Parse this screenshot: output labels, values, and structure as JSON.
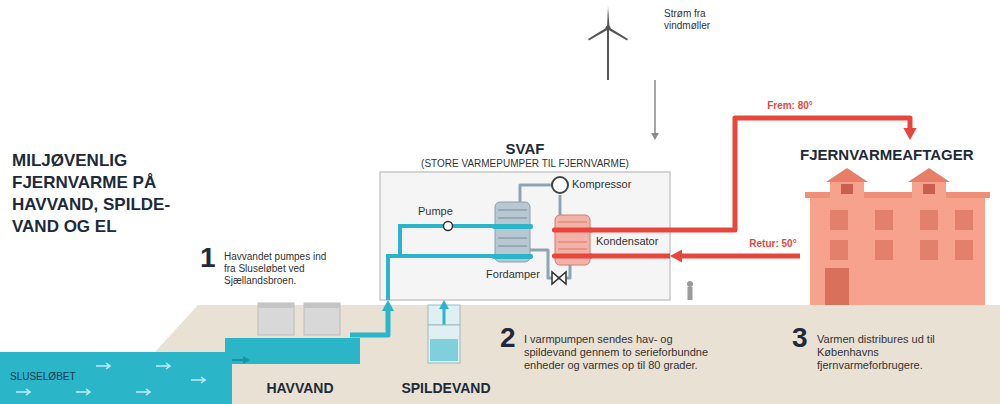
{
  "diagram": {
    "title": "MILJØVENLIG FJERNVARME PÅ HAVVAND, SPILDE- VAND OG EL",
    "nodes": [
      {
        "text": [
          "SVAF",
          "(STORE VARMEPUMPER TIL FJERNVARME)"
        ]
      },
      {
        "text": [
          "Pumpe"
        ],
        "in": 0
      },
      {
        "text": [
          "Fordamper"
        ],
        "in": 0
      },
      {
        "text": [
          "Kompressor"
        ],
        "in": 0
      },
      {
        "text": [
          "Kondensator"
        ],
        "in": 0
      },
      {
        "text": [
          "Strøm fra vindmøller"
        ]
      },
      {
        "text": [
          "FJERNVARMEAFTAGER"
        ]
      },
      {
        "text": [
          "SLUSELØBET"
        ]
      },
      {
        "text": [
          "HAVVAND"
        ]
      },
      {
        "text": [
          "SPILDEVAND"
        ]
      }
    ],
    "edges": [
      {
        "from": 7,
        "to": 8,
        "arrow": "to"
      },
      {
        "from": 8,
        "to": 0,
        "arrow": "to"
      },
      {
        "from": 9,
        "to": 0,
        "arrow": "to"
      },
      {
        "from": 5,
        "to": 0,
        "arrow": "to"
      },
      {
        "from": 1,
        "to": 2,
        "arrow": "none"
      },
      {
        "from": 2,
        "to": 3,
        "arrow": "none"
      },
      {
        "from": 3,
        "to": 4,
        "arrow": "none"
      },
      {
        "from": 4,
        "to": 2,
        "arrow": "none"
      },
      {
        "from": 0,
        "to": 6,
        "label": "Frem: 80°",
        "arrow": "to"
      },
      {
        "from": 6,
        "to": 0,
        "label": "Retur: 50°",
        "arrow": "to"
      }
    ],
    "labels": [
      "1",
      "Havvandet pumpes ind fra Sluseløbet ved Sjællandsbroen.",
      "2",
      "I varmpumpen sendes hav- og spildevand gennem to serieforbundne enheder og varmes op til 80 grader.",
      "3",
      "Varmen distribures ud til Københavns fjernvarmeforbrugere."
    ]
  }
}
